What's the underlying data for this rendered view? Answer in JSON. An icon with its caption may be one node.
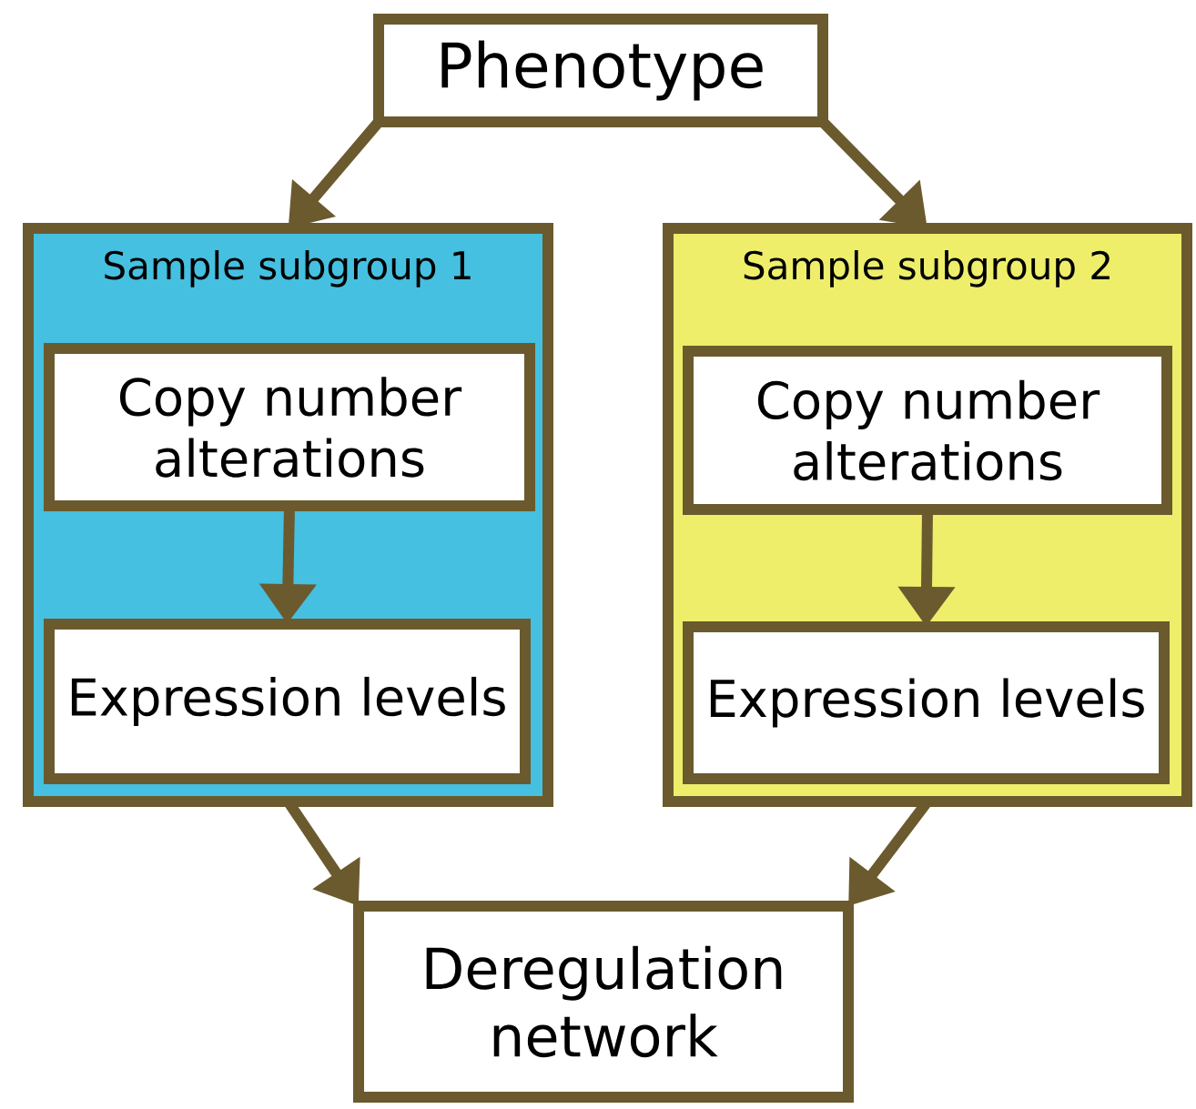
{
  "diagram": {
    "nodes": [
      {
        "text": [
          "Phenotype"
        ]
      },
      {
        "text": [
          "Sample subgroup 1"
        ]
      },
      {
        "text": [
          "Copy number alterations"
        ],
        "in": 1
      },
      {
        "text": [
          "Expression levels"
        ],
        "in": 1
      },
      {
        "text": [
          "Sample subgroup 2"
        ]
      },
      {
        "text": [
          "Copy number alterations"
        ],
        "in": 4
      },
      {
        "text": [
          "Expression levels"
        ],
        "in": 4
      },
      {
        "text": [
          "Deregulation network"
        ]
      }
    ],
    "edges": [
      {
        "from": 0,
        "to": 1,
        "arrow": "to"
      },
      {
        "from": 0,
        "to": 4,
        "arrow": "to"
      },
      {
        "from": 2,
        "to": 3,
        "arrow": "to"
      },
      {
        "from": 5,
        "to": 6,
        "arrow": "to"
      },
      {
        "from": 1,
        "to": 7,
        "arrow": "to"
      },
      {
        "from": 4,
        "to": 7,
        "arrow": "to"
      }
    ]
  }
}
